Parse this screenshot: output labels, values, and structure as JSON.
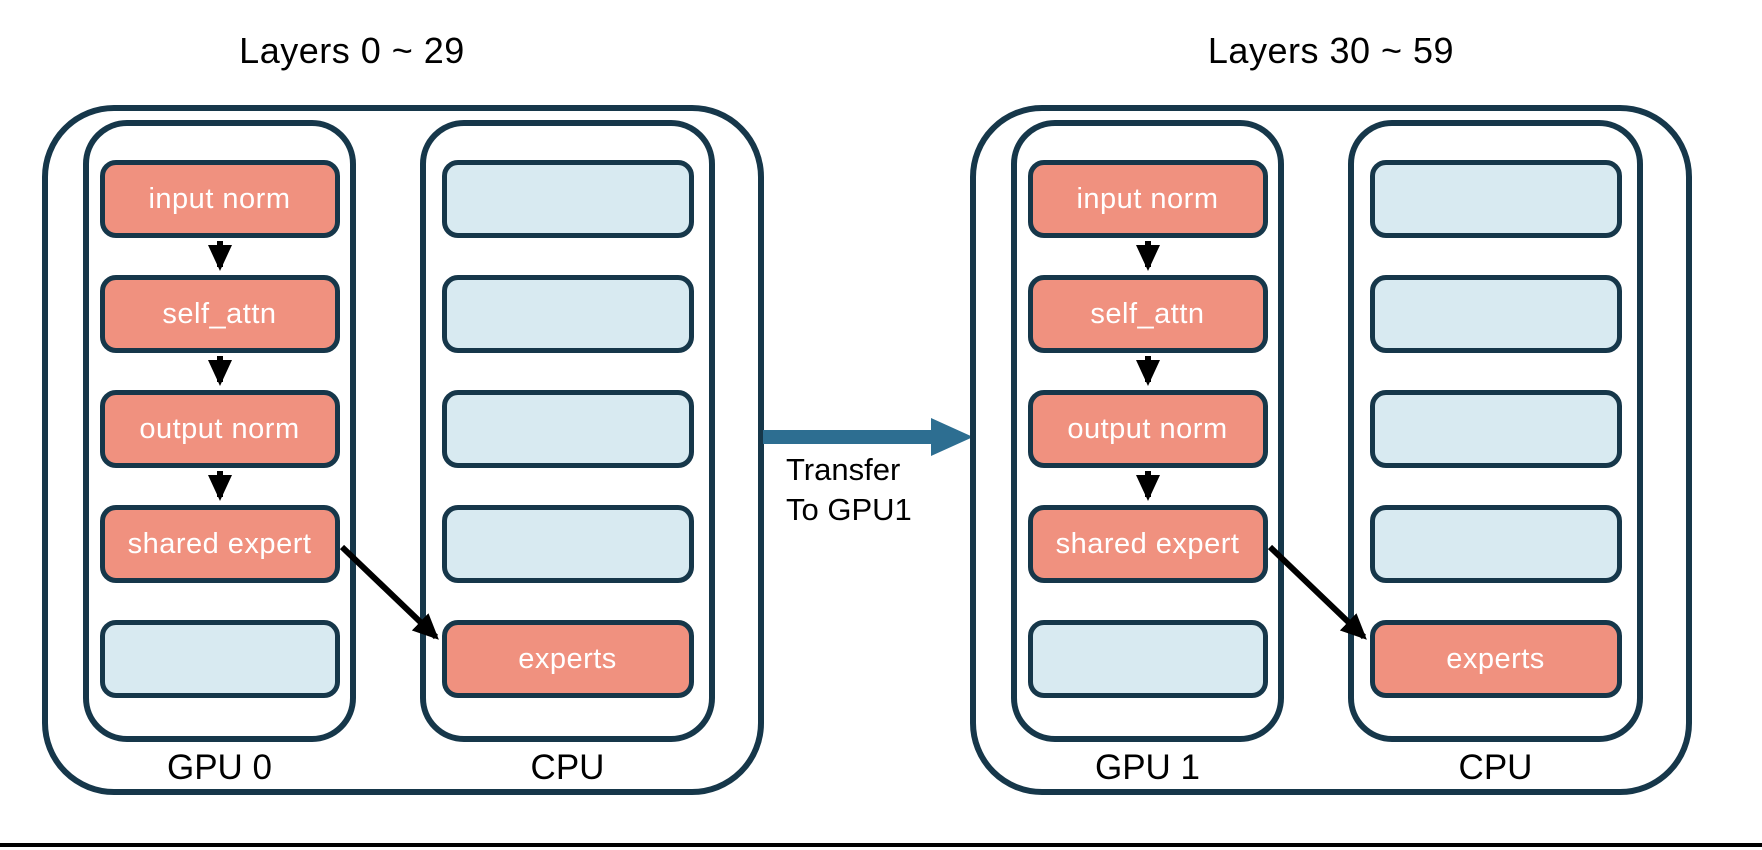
{
  "colors": {
    "navy": "#16374a",
    "salmon": "#f0917f",
    "light-blue": "#d8eaf1",
    "steel": "#2d6e91",
    "ink": "#000000",
    "box-text": "#ffffff",
    "background": "#ffffff"
  },
  "groups": [
    {
      "title": "Layers 0 ~ 29",
      "gpu": {
        "label": "GPU 0",
        "slots": [
          {
            "text": "input norm",
            "type": "module"
          },
          {
            "text": "self_attn",
            "type": "module"
          },
          {
            "text": "output norm",
            "type": "module"
          },
          {
            "text": "shared expert",
            "type": "module"
          },
          {
            "text": "",
            "type": "empty"
          }
        ]
      },
      "cpu": {
        "label": "CPU",
        "slots": [
          {
            "text": "",
            "type": "empty"
          },
          {
            "text": "",
            "type": "empty"
          },
          {
            "text": "",
            "type": "empty"
          },
          {
            "text": "",
            "type": "empty"
          },
          {
            "text": "experts",
            "type": "module"
          }
        ]
      }
    },
    {
      "title": "Layers 30 ~ 59",
      "gpu": {
        "label": "GPU 1",
        "slots": [
          {
            "text": "input norm",
            "type": "module"
          },
          {
            "text": "self_attn",
            "type": "module"
          },
          {
            "text": "output norm",
            "type": "module"
          },
          {
            "text": "shared expert",
            "type": "module"
          },
          {
            "text": "",
            "type": "empty"
          }
        ]
      },
      "cpu": {
        "label": "CPU",
        "slots": [
          {
            "text": "",
            "type": "empty"
          },
          {
            "text": "",
            "type": "empty"
          },
          {
            "text": "",
            "type": "empty"
          },
          {
            "text": "",
            "type": "empty"
          },
          {
            "text": "experts",
            "type": "module"
          }
        ]
      }
    }
  ],
  "transfer": {
    "line1": "Transfer",
    "line2": "To GPU1"
  }
}
